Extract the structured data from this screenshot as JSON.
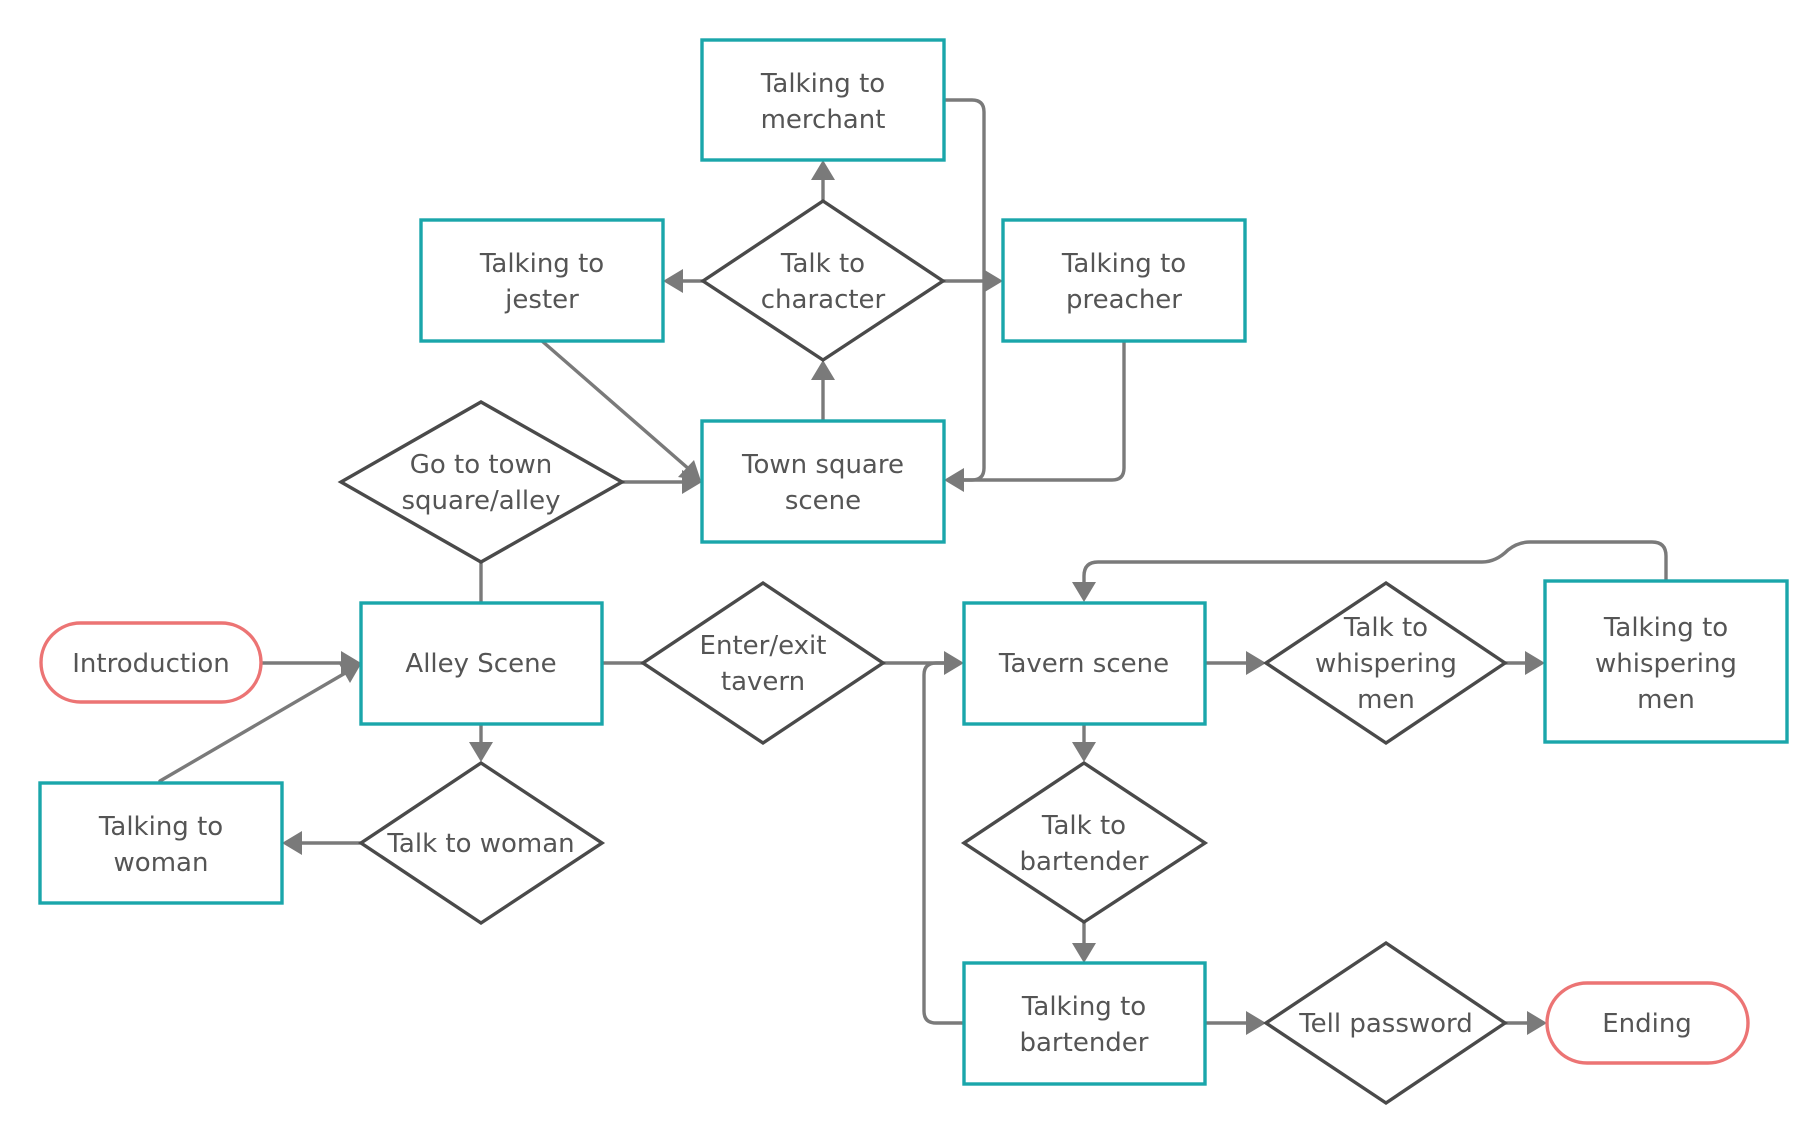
{
  "diagram": {
    "colors": {
      "process_border": "#1aa6aa",
      "decision_border": "#4a4a4a",
      "terminal_border": "#ec7474",
      "connector": "#7a7a7a",
      "text": "#555555"
    },
    "nodes": {
      "introduction": {
        "shape": "terminal",
        "lines": [
          "Introduction"
        ]
      },
      "alley_scene": {
        "shape": "process",
        "lines": [
          "Alley Scene"
        ]
      },
      "go_to_town": {
        "shape": "decision",
        "lines": [
          "Go to town",
          "square/alley"
        ]
      },
      "town_square": {
        "shape": "process",
        "lines": [
          "Town square",
          "scene"
        ]
      },
      "talk_to_character": {
        "shape": "decision",
        "lines": [
          "Talk to",
          "character"
        ]
      },
      "talking_merchant": {
        "shape": "process",
        "lines": [
          "Talking to",
          "merchant"
        ]
      },
      "talking_jester": {
        "shape": "process",
        "lines": [
          "Talking to",
          "jester"
        ]
      },
      "talking_preacher": {
        "shape": "process",
        "lines": [
          "Talking to",
          "preacher"
        ]
      },
      "talk_to_woman": {
        "shape": "decision",
        "lines": [
          "Talk to woman"
        ]
      },
      "talking_woman": {
        "shape": "process",
        "lines": [
          "Talking to",
          "woman"
        ]
      },
      "enter_exit_tavern": {
        "shape": "decision",
        "lines": [
          "Enter/exit",
          "tavern"
        ]
      },
      "tavern_scene": {
        "shape": "process",
        "lines": [
          "Tavern scene"
        ]
      },
      "talk_whispering": {
        "shape": "decision",
        "lines": [
          "Talk to",
          "whispering",
          "men"
        ]
      },
      "talking_whispering": {
        "shape": "process",
        "lines": [
          "Talking to",
          "whispering",
          "men"
        ]
      },
      "talk_bartender": {
        "shape": "decision",
        "lines": [
          "Talk to",
          "bartender"
        ]
      },
      "talking_bartender": {
        "shape": "process",
        "lines": [
          "Talking to",
          "bartender"
        ]
      },
      "tell_password": {
        "shape": "decision",
        "lines": [
          "Tell password"
        ]
      },
      "ending": {
        "shape": "terminal",
        "lines": [
          "Ending"
        ]
      }
    },
    "connections": [
      {
        "from": "introduction",
        "to": "alley_scene",
        "arrow": true
      },
      {
        "from": "talking_woman",
        "to": "alley_scene",
        "arrow": true
      },
      {
        "from": "alley_scene",
        "to": "talk_to_woman",
        "arrow": true
      },
      {
        "from": "talk_to_woman",
        "to": "talking_woman",
        "arrow": true
      },
      {
        "from": "alley_scene",
        "to": "go_to_town",
        "arrow": false
      },
      {
        "from": "go_to_town",
        "to": "town_square",
        "arrow": true
      },
      {
        "from": "talking_jester",
        "to": "town_square",
        "arrow": true
      },
      {
        "from": "town_square",
        "to": "talk_to_character",
        "arrow": true
      },
      {
        "from": "talk_to_character",
        "to": "talking_merchant",
        "arrow": true
      },
      {
        "from": "talk_to_character",
        "to": "talking_jester",
        "arrow": true
      },
      {
        "from": "talk_to_character",
        "to": "talking_preacher",
        "arrow": true
      },
      {
        "from": "talking_merchant",
        "to": "town_square",
        "arrow": true
      },
      {
        "from": "talking_preacher",
        "to": "town_square",
        "arrow": true
      },
      {
        "from": "alley_scene",
        "to": "enter_exit_tavern",
        "arrow": false
      },
      {
        "from": "enter_exit_tavern",
        "to": "tavern_scene",
        "arrow": true
      },
      {
        "from": "talking_bartender",
        "to": "tavern_scene",
        "arrow": true
      },
      {
        "from": "tavern_scene",
        "to": "talk_whispering",
        "arrow": true
      },
      {
        "from": "talk_whispering",
        "to": "talking_whispering",
        "arrow": true
      },
      {
        "from": "talking_whispering",
        "to": "tavern_scene",
        "arrow": true
      },
      {
        "from": "tavern_scene",
        "to": "talk_bartender",
        "arrow": true
      },
      {
        "from": "talk_bartender",
        "to": "talking_bartender",
        "arrow": true
      },
      {
        "from": "talking_bartender",
        "to": "tell_password",
        "arrow": true
      },
      {
        "from": "tell_password",
        "to": "ending",
        "arrow": true
      }
    ]
  }
}
